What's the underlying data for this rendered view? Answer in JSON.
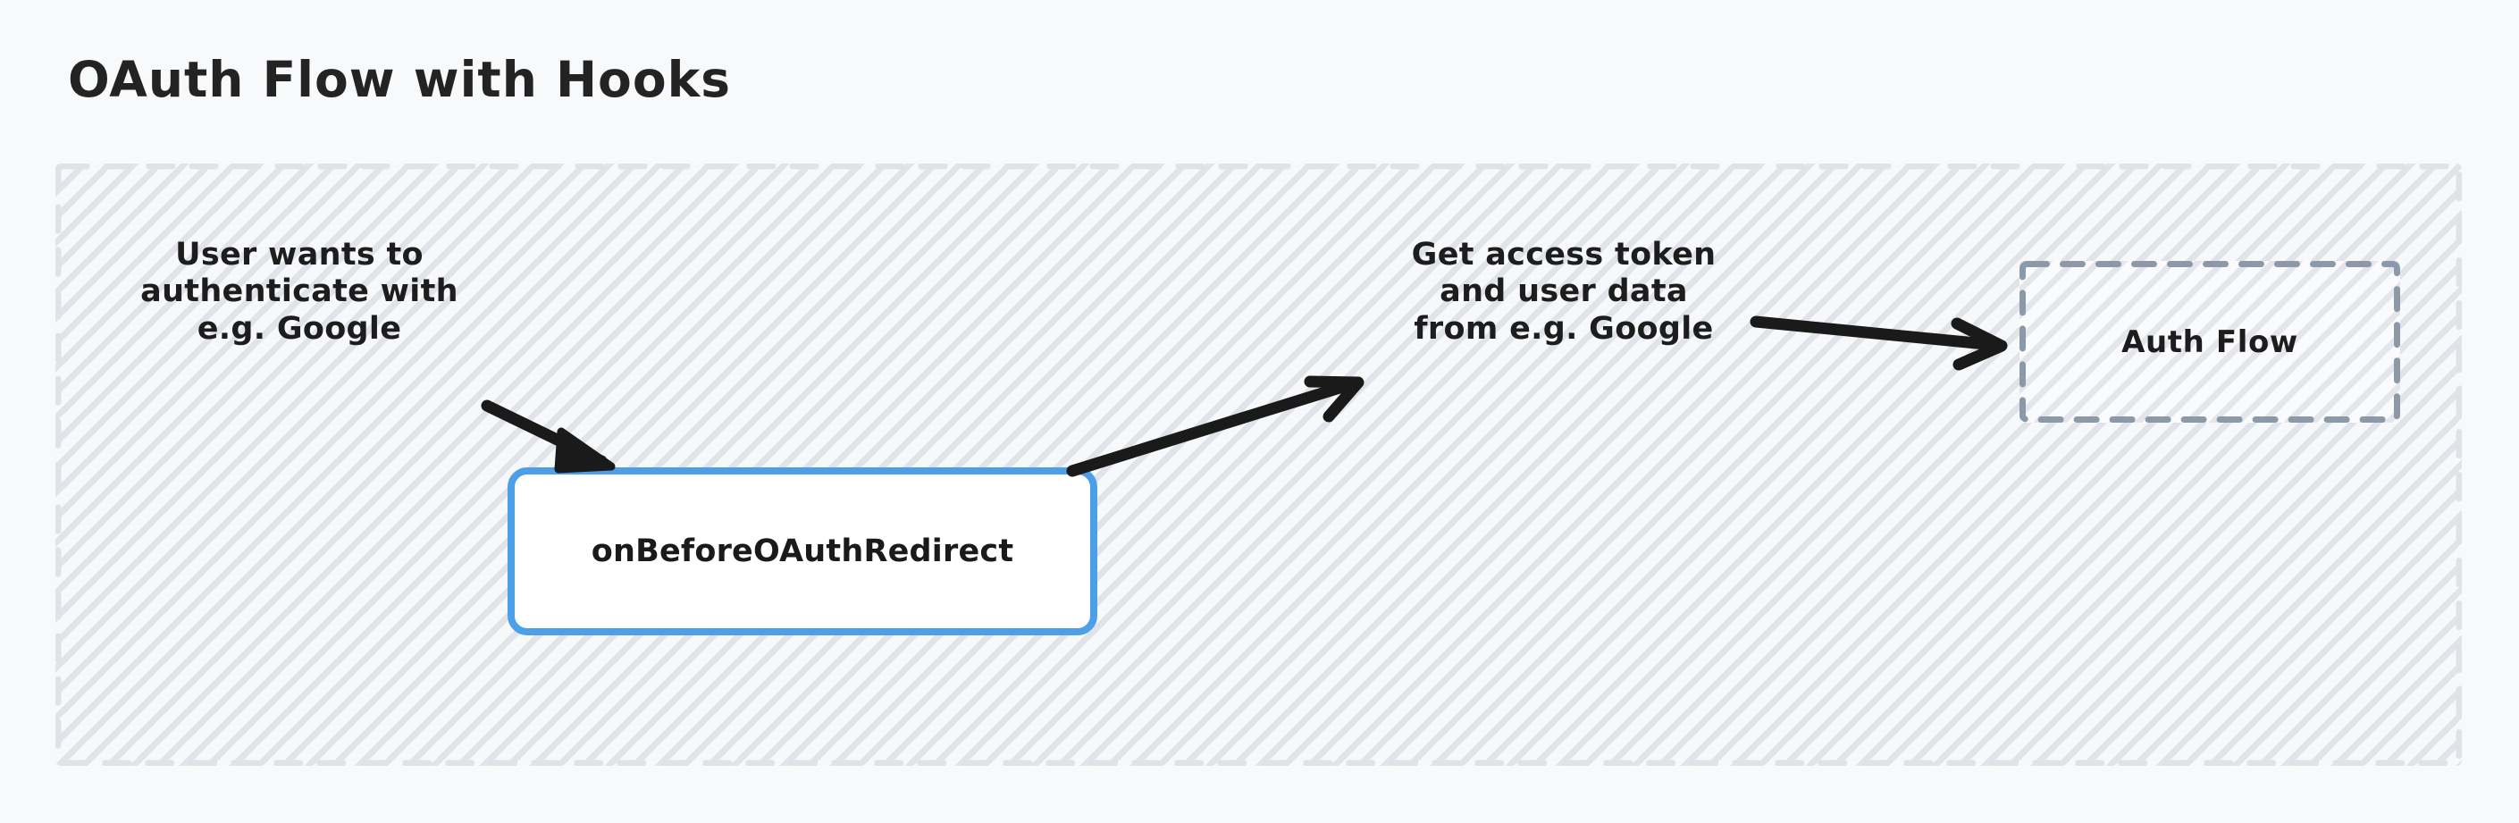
{
  "title": "OAuth Flow with Hooks",
  "colors": {
    "page_background": "#f8f9fb",
    "container_background": "#f7f8fa",
    "container_border": "#dfe3e8",
    "hatch_line": "#cdd2da",
    "node_border_accent": "#4d9fe8",
    "node_fill": "#ffffff",
    "group_border": "#8c99a8",
    "text": "#1d1d1d",
    "arrow": "#1a1a1a"
  },
  "container": {
    "name": "oauth-flow-container",
    "border_style": "dashed"
  },
  "nodes": [
    {
      "id": "hook-node",
      "label": "onBeforeOAuthRedirect",
      "shape": "rounded-rect",
      "fill": "#ffffff",
      "border_color": "#4d9fe8"
    }
  ],
  "groups": [
    {
      "id": "auth-flow-group",
      "label": "Auth Flow",
      "border_style": "dashed",
      "border_color": "#8c99a8"
    }
  ],
  "edges": [
    {
      "id": "edge-user-auth",
      "label_lines": [
        "User wants to",
        "authenticate with",
        "e.g. Google"
      ],
      "from": "user",
      "to": "hook-node",
      "arrowhead": "solid-triangle"
    },
    {
      "id": "edge-access-token",
      "label_lines": [
        "Get access token",
        "and user data",
        "from e.g. Google"
      ],
      "from": "hook-node",
      "to": "auth-flow-group",
      "arrowhead": "open-chevron"
    }
  ],
  "labels": {
    "user_auth_line1": "User wants to",
    "user_auth_line2": "authenticate with",
    "user_auth_line3": "e.g. Google",
    "access_token_line1": "Get access token",
    "access_token_line2": "and user data",
    "access_token_line3": "from e.g. Google",
    "hook_node": "onBeforeOAuthRedirect",
    "auth_flow_group": "Auth Flow"
  }
}
